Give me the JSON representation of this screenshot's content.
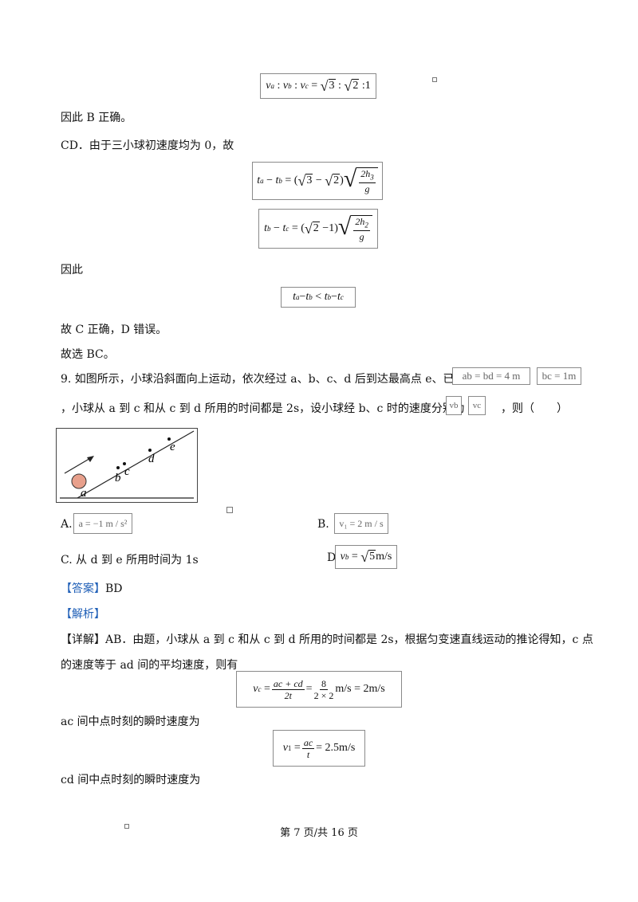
{
  "eq_ratio": {
    "a": "a",
    "b": "b",
    "c": "c",
    "v": "v",
    "r3": "3",
    "r2": "2",
    "one": "1"
  },
  "line_b_correct": "因此 B 正确。",
  "line_cd": "CD．由于三小球初速度均为 0，故",
  "eq_ta_tb": {
    "t": "t",
    "a": "a",
    "b": "b",
    "r3": "3",
    "r2": "2",
    "num": "2h",
    "sub": "3",
    "den": "g"
  },
  "eq_tb_tc": {
    "t": "t",
    "b": "b",
    "c": "c",
    "r2": "2",
    "one": "1",
    "num": "2h",
    "sub": "2",
    "den": "g"
  },
  "line_therefore": "因此",
  "eq_ineq": {
    "t": "t",
    "a": "a",
    "b": "b",
    "c": "c"
  },
  "line_c_correct": "故 C 正确，D 错误。",
  "line_choose_bc": "故选 BC。",
  "q9": {
    "line1": "9. 如图所示，小球沿斜面向上运动，依次经过 a、b、c、d 后到达最高点 e、已知",
    "box1": "ab = bd = 4 m",
    "box2": "bc = 1m",
    "line2a": "，小球从 a 到 c 和从 c 到 d 所用的时间都是 2s，设小球经 b、c 时的速度分别为",
    "box_vb": "vb",
    "box_vc": "vc",
    "line2b": "，则（　　）"
  },
  "diagram_labels": {
    "a": "a",
    "b": "b",
    "c": "c",
    "d": "d",
    "e": "e"
  },
  "options": {
    "A_label": "A.",
    "A_box": "a = −1 m / s²",
    "B_label": "B.",
    "B_box": "v₁ = 2 m / s",
    "C_text": "C. 从 d 到 e 所用时间为 1s",
    "D_label": "D.",
    "D_v": "v",
    "D_sub": "b",
    "D_eq": " = ",
    "D_root": "5",
    "D_unit": "m/s"
  },
  "answer_tag": "【答案】",
  "answer_value": "BD",
  "analysis_tag": "【解析】",
  "detail_tag": "【详解】",
  "detail_line1": "AB．由题，小球从 a 到 c 和从 c 到 d 所用的时间都是 2s，根据匀变速直线运动的推论得知，c 点",
  "detail_line2": "的速度等于  ad 间的平均速度，则有",
  "eq_vc": {
    "lhs": "v",
    "sub": "c",
    "num1": "ac + cd",
    "den1": "2t",
    "num2": "8",
    "den2": "2 × 2",
    "rhs": "m/s = 2m/s"
  },
  "line_ac_mid": "ac 间中点时刻的瞬时速度为",
  "eq_v1": {
    "lhs": "v",
    "sub": "1",
    "num": "ac",
    "den": "t",
    "rhs": "= 2.5m/s"
  },
  "line_cd_mid": "cd 间中点时刻的瞬时速度为",
  "footer": "第 7 页/共 16 页",
  "colors": {
    "tag": "#1f5fb7",
    "ball": "#e8a08c"
  }
}
